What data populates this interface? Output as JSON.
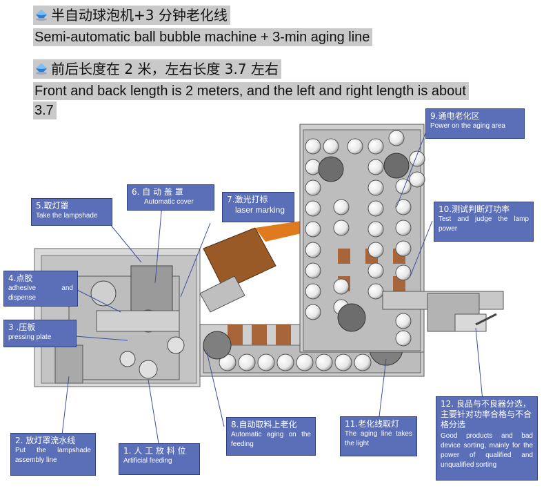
{
  "heading1": {
    "cn": "半自动球泡机+3 分钟老化线",
    "en": "Semi-automatic ball bubble machine + 3-min aging line"
  },
  "heading2": {
    "cn": "前后长度在 2 米，左右长度 3.7 左右",
    "en_line1": "Front and back length is 2 meters, and the left and right length is about",
    "en_line2": "3.7"
  },
  "colors": {
    "highlight": "#c9c9c9",
    "callout_fill": "#5b6fb8",
    "callout_border": "#2f3f80",
    "machine_gray": "#8f8f8f",
    "laser_brown": "#9a5a28",
    "laser_orange": "#e07a1e",
    "bulb_white": "#f2f2f2"
  },
  "callouts": [
    {
      "id": "5",
      "cn": "5.取灯罩",
      "en": "Take the lampshade"
    },
    {
      "id": "6",
      "cn": "6. 自 动 盖 罩",
      "en": "Automatic cover"
    },
    {
      "id": "7",
      "cn": "7.激光打标",
      "en": "laser marking"
    },
    {
      "id": "9",
      "cn": "9.通电老化区",
      "en": "Power on the aging area"
    },
    {
      "id": "10",
      "cn": "10.测试判断灯功率",
      "en": "Test and judge the lamp power"
    },
    {
      "id": "4",
      "cn": "4.点胶",
      "en": "adhesive and dispense"
    },
    {
      "id": "3",
      "cn": "3 .压板",
      "en": "pressing plate"
    },
    {
      "id": "2",
      "cn": "2.  放灯罩流水线",
      "en": "Put the lampshade assembly line"
    },
    {
      "id": "1",
      "cn": "1. 人 工 放 料 位",
      "en": "Artificial feeding"
    },
    {
      "id": "8",
      "cn": "8.自动取料上老化",
      "en": "Automatic aging on the feeding"
    },
    {
      "id": "11",
      "cn": "11.老化线取灯",
      "en": "The aging line takes the light"
    },
    {
      "id": "12",
      "cn": "12. 良品与不良器分选，主要针对功率合格与不合格分选",
      "en": "Good products and bad device sorting, mainly for the power of qualified and unqualified sorting"
    }
  ]
}
